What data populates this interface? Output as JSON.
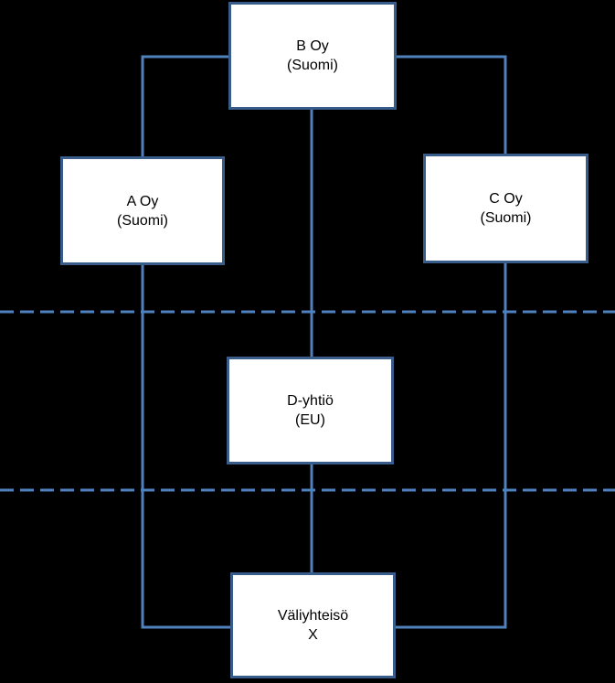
{
  "diagram": {
    "type": "corporate-structure",
    "nodes": [
      {
        "id": "b-oy",
        "line1": "B Oy",
        "line2": "(Suomi)"
      },
      {
        "id": "a-oy",
        "line1": "A Oy",
        "line2": "(Suomi)"
      },
      {
        "id": "c-oy",
        "line1": "C Oy",
        "line2": "(Suomi)"
      },
      {
        "id": "d-yhtio",
        "line1": "D-yhtiö",
        "line2": "(EU)"
      },
      {
        "id": "valiyhteiso-x",
        "line1": "Väliyhteisö",
        "line2": "X"
      }
    ],
    "edges": [
      {
        "from": "b-oy",
        "to": "a-oy"
      },
      {
        "from": "b-oy",
        "to": "c-oy"
      },
      {
        "from": "b-oy",
        "to": "d-yhtio"
      },
      {
        "from": "a-oy",
        "to": "valiyhteiso-x"
      },
      {
        "from": "c-oy",
        "to": "valiyhteiso-x"
      },
      {
        "from": "d-yhtio",
        "to": "valiyhteiso-x"
      }
    ],
    "dividers": [
      {
        "style": "dashed",
        "orientation": "horizontal",
        "position": "between Suomi and EU rows"
      },
      {
        "style": "dashed",
        "orientation": "horizontal",
        "position": "between EU and Väliyhteisö rows"
      }
    ],
    "colors": {
      "background": "#000000",
      "node-fill": "#ffffff",
      "node-border": "#385d8a",
      "connector": "#4f81bd",
      "text": "#000000"
    }
  }
}
